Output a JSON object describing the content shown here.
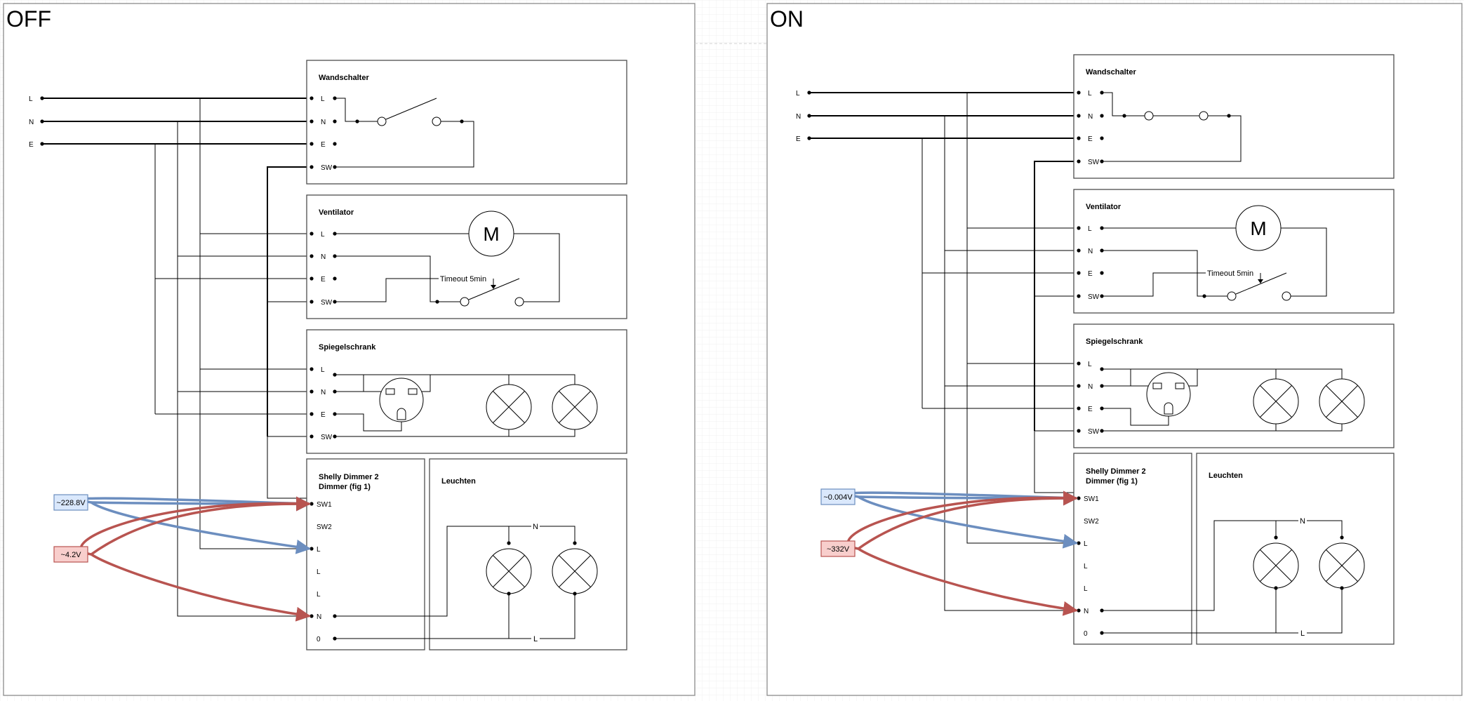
{
  "panels": [
    {
      "id": "off",
      "title": "OFF",
      "mains": [
        "L",
        "N",
        "E"
      ],
      "wandschalter": {
        "title": "Wandschalter",
        "terminals": [
          "L",
          "N",
          "E",
          "SW"
        ],
        "state": "open"
      },
      "ventilator": {
        "title": "Ventilator",
        "terminals": [
          "L",
          "N",
          "E",
          "SW"
        ],
        "motor": "M",
        "timer": "Timeout 5min"
      },
      "spiegelschrank": {
        "title": "Spiegelschrank",
        "terminals": [
          "L",
          "N",
          "E",
          "SW"
        ]
      },
      "shelly": {
        "title_line1": "Shelly Dimmer 2",
        "title_line2": "Dimmer (fig 1)",
        "terminals": [
          "SW1",
          "SW2",
          "L",
          "L",
          "L",
          "N",
          "0"
        ]
      },
      "leuchten": {
        "title": "Leuchten",
        "n_label": "N",
        "l_label": "L"
      },
      "voltages": [
        {
          "label": "~228.8V",
          "from": "SW1",
          "to": "L",
          "color": "#6c8ebf",
          "bg": "#dae8fc"
        },
        {
          "label": "~4.2V",
          "from": "SW1",
          "to": "N",
          "color": "#b85450",
          "bg": "#f8cecc"
        }
      ]
    },
    {
      "id": "on",
      "title": "ON",
      "mains": [
        "L",
        "N",
        "E"
      ],
      "wandschalter": {
        "title": "Wandschalter",
        "terminals": [
          "L",
          "N",
          "E",
          "SW"
        ],
        "state": "closed"
      },
      "ventilator": {
        "title": "Ventilator",
        "terminals": [
          "L",
          "N",
          "E",
          "SW"
        ],
        "motor": "M",
        "timer": "Timeout 5min"
      },
      "spiegelschrank": {
        "title": "Spiegelschrank",
        "terminals": [
          "L",
          "N",
          "E",
          "SW"
        ]
      },
      "shelly": {
        "title_line1": "Shelly Dimmer 2",
        "title_line2": "Dimmer (fig 1)",
        "terminals": [
          "SW1",
          "SW2",
          "L",
          "L",
          "L",
          "N",
          "0"
        ]
      },
      "leuchten": {
        "title": "Leuchten",
        "n_label": "N",
        "l_label": "L"
      },
      "voltages": [
        {
          "label": "~0.004V",
          "from": "SW1",
          "to": "L",
          "color": "#6c8ebf",
          "bg": "#dae8fc"
        },
        {
          "label": "~332V",
          "from": "SW1",
          "to": "N",
          "color": "#b85450",
          "bg": "#f8cecc"
        }
      ]
    }
  ]
}
